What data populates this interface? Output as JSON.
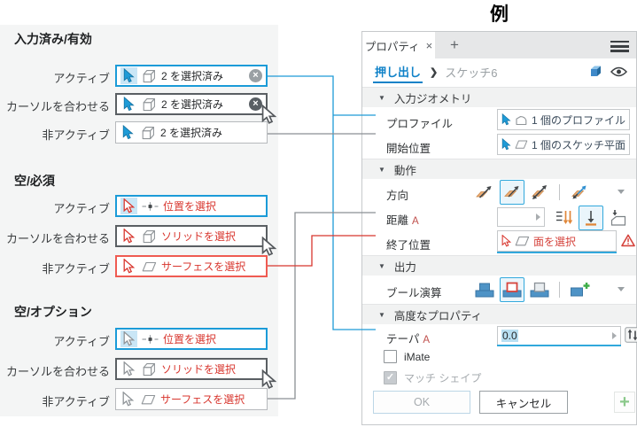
{
  "title": "例",
  "colors": {
    "accent_blue": "#1b9bd8",
    "link_blue": "#1082c8",
    "error_red": "#d8362e",
    "error_border_red": "#ef5b52",
    "hover_gray": "#5a5f63",
    "idle_gray": "#b6b9bc",
    "connector_gray": "#8a8f93",
    "icon_orange": "#efae74",
    "boolean_blue": "#4e93c6",
    "plus_green": "#3fae49"
  },
  "icons": {
    "section_collapse_icon": "▼",
    "clear_icon": "×",
    "check_icon": "✓"
  },
  "legend": {
    "sections": [
      {
        "heading": "入力済み/有効",
        "rows": [
          {
            "label": "アクティブ",
            "value": "2 を選択済み"
          },
          {
            "label": "カーソルを合わせる",
            "value": "2 を選択済み"
          },
          {
            "label": "非アクティブ",
            "value": "2 を選択済み"
          }
        ]
      },
      {
        "heading": "空/必須",
        "rows": [
          {
            "label": "アクティブ",
            "value": "位置を選択"
          },
          {
            "label": "カーソルを合わせる",
            "value": "ソリッドを選択"
          },
          {
            "label": "非アクティブ",
            "value": "サーフェスを選択"
          }
        ]
      },
      {
        "heading": "空/オプション",
        "rows": [
          {
            "label": "アクティブ",
            "value": "位置を選択"
          },
          {
            "label": "カーソルを合わせる",
            "value": "ソリッドを選択"
          },
          {
            "label": "非アクティブ",
            "value": "サーフェスを選択"
          }
        ]
      }
    ]
  },
  "panel": {
    "tab_label": "プロパティ",
    "tab_close": "×",
    "new_tab": "+",
    "breadcrumb": {
      "feature": "押し出し",
      "separator": "❯",
      "item": "スケッチ6"
    },
    "sections": {
      "input_geometry": {
        "title": "入力ジオメトリ",
        "profile_label": "プロファイル",
        "profile_value": "1 個のプロファイル",
        "start_label": "開始位置",
        "start_value": "1 個のスケッチ平面"
      },
      "behavior": {
        "title": "動作",
        "direction_label": "方向",
        "distance_label": "距離",
        "distance_param": "A",
        "distance_value": "",
        "end_label": "終了位置",
        "end_value": "面を選択"
      },
      "output": {
        "title": "出力",
        "boolean_label": "ブール演算"
      },
      "advanced": {
        "title": "高度なプロパティ",
        "taper_label": "テーパ",
        "taper_param": "A",
        "taper_value": "0.0",
        "imate_label": "iMate",
        "match_shape_label": "マッチ シェイプ"
      }
    },
    "footer": {
      "ok": "OK",
      "cancel": "キャンセル",
      "add": "+"
    }
  }
}
